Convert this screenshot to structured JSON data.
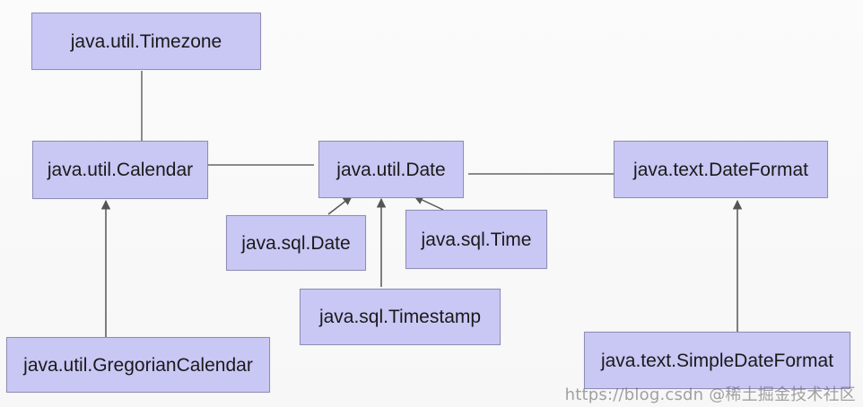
{
  "diagram": {
    "nodes": {
      "timezone": "java.util.Timezone",
      "calendar": "java.util.Calendar",
      "gregorian": "java.util.GregorianCalendar",
      "util_date": "java.util.Date",
      "sql_date": "java.sql.Date",
      "sql_time": "java.sql.Time",
      "sql_timestamp": "java.sql.Timestamp",
      "dateformat": "java.text.DateFormat",
      "simpledateformat": "java.text.SimpleDateFormat"
    },
    "colors": {
      "node_fill": "#c9c7f4",
      "node_border": "#8f8db7",
      "line": "#666666"
    }
  },
  "watermark": "https://blog.csdn @稀土掘金技术社区"
}
